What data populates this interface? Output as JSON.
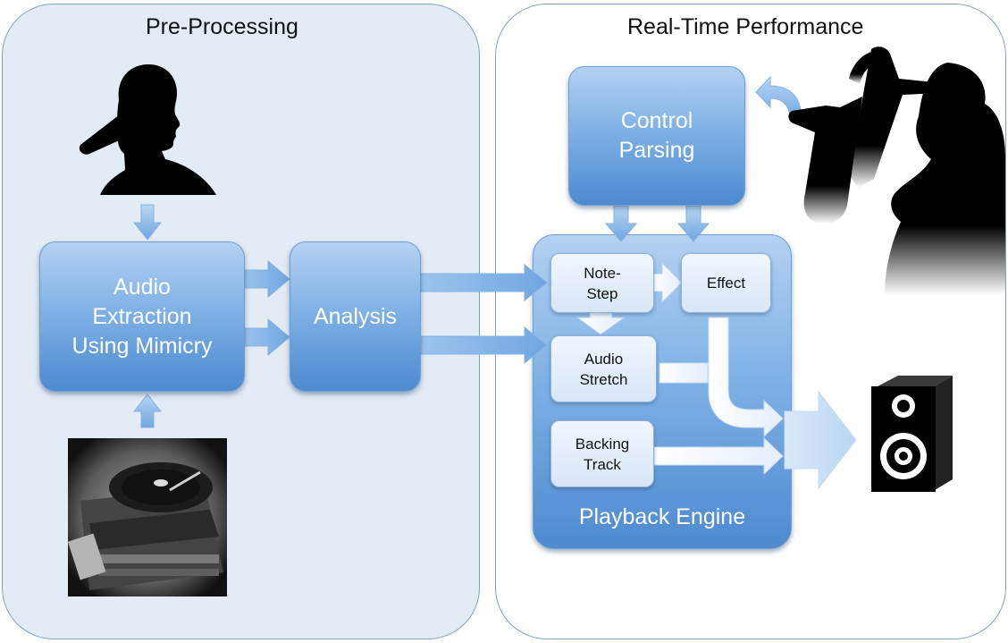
{
  "panels": {
    "pre_processing": {
      "title": "Pre-Processing"
    },
    "real_time": {
      "title": "Real-Time Performance"
    }
  },
  "blocks": {
    "audio_extraction": [
      "Audio",
      "Extraction",
      "Using Mimicry"
    ],
    "analysis": "Analysis",
    "control_parsing": [
      "Control",
      "Parsing"
    ],
    "playback_engine": "Playback Engine"
  },
  "sub_blocks": {
    "note_step": [
      "Note-",
      "Step"
    ],
    "effect": "Effect",
    "audio_stretch": [
      "Audio",
      "Stretch"
    ],
    "backing_track": [
      "Backing",
      "Track"
    ]
  },
  "icons": {
    "singer": "singer-silhouette-icon",
    "turntable": "turntable-photo",
    "saxophonist": "saxophonist-silhouette-icon",
    "speaker": "speaker-icon"
  },
  "colors": {
    "pre_panel_fill": "#e3ebf5",
    "block_blue": "#5a94d6",
    "arrow_blue": "#8ebcec"
  }
}
